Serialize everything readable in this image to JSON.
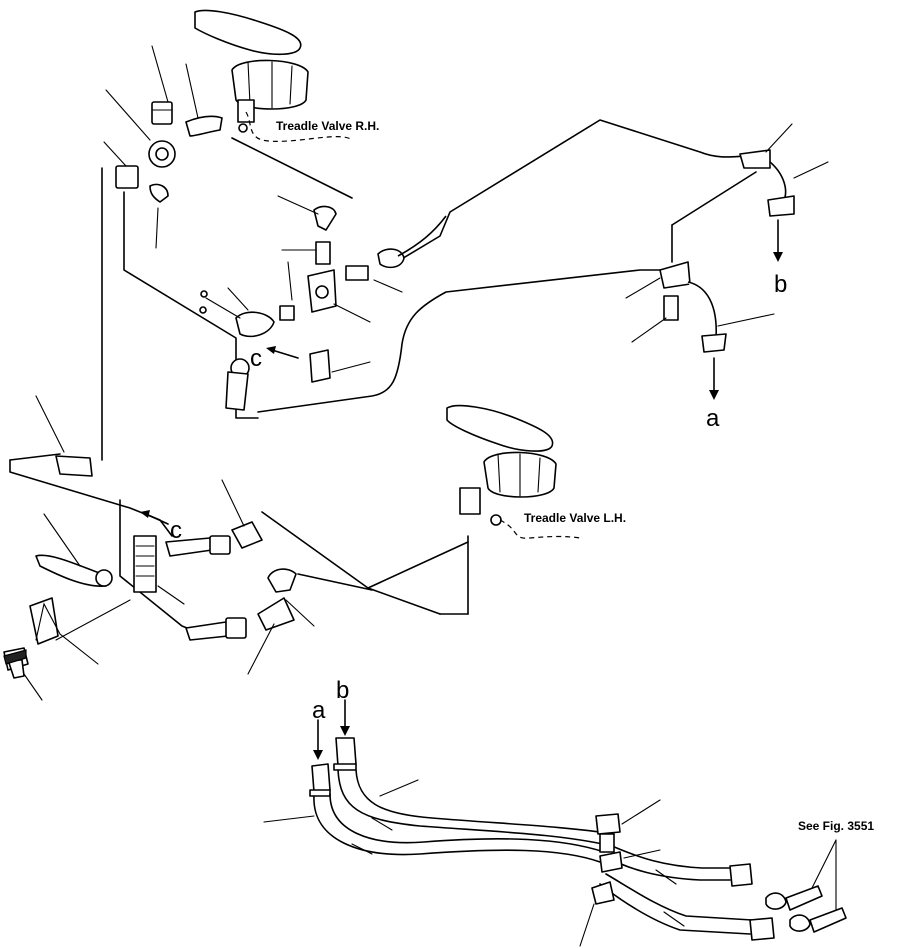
{
  "labels": {
    "treadle_rh": "Treadle Valve R.H.",
    "treadle_lh": "Treadle Valve L.H.",
    "see_fig": "See Fig. 3551",
    "a": "a",
    "b": "b",
    "c": "c"
  }
}
